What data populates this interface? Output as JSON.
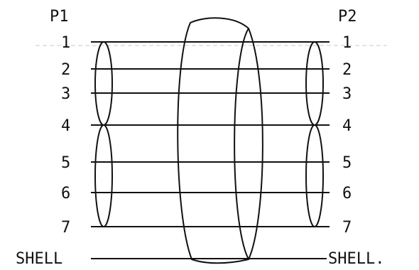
{
  "connectors": {
    "left": {
      "label": "P1"
    },
    "right": {
      "label": "P2"
    }
  },
  "pins": {
    "left": [
      "1",
      "2",
      "3",
      "4",
      "5",
      "6",
      "7"
    ],
    "right": [
      "1",
      "2",
      "3",
      "4",
      "5",
      "6",
      "7"
    ]
  },
  "shell": {
    "left_label": "SHELL",
    "right_label": "SHELL."
  },
  "twisted_pairs": {
    "left": [
      [
        1,
        4
      ],
      [
        4,
        7
      ]
    ],
    "right": [
      [
        1,
        4
      ],
      [
        4,
        7
      ]
    ]
  },
  "colors": {
    "ink": "#111111",
    "background": "#ffffff"
  }
}
